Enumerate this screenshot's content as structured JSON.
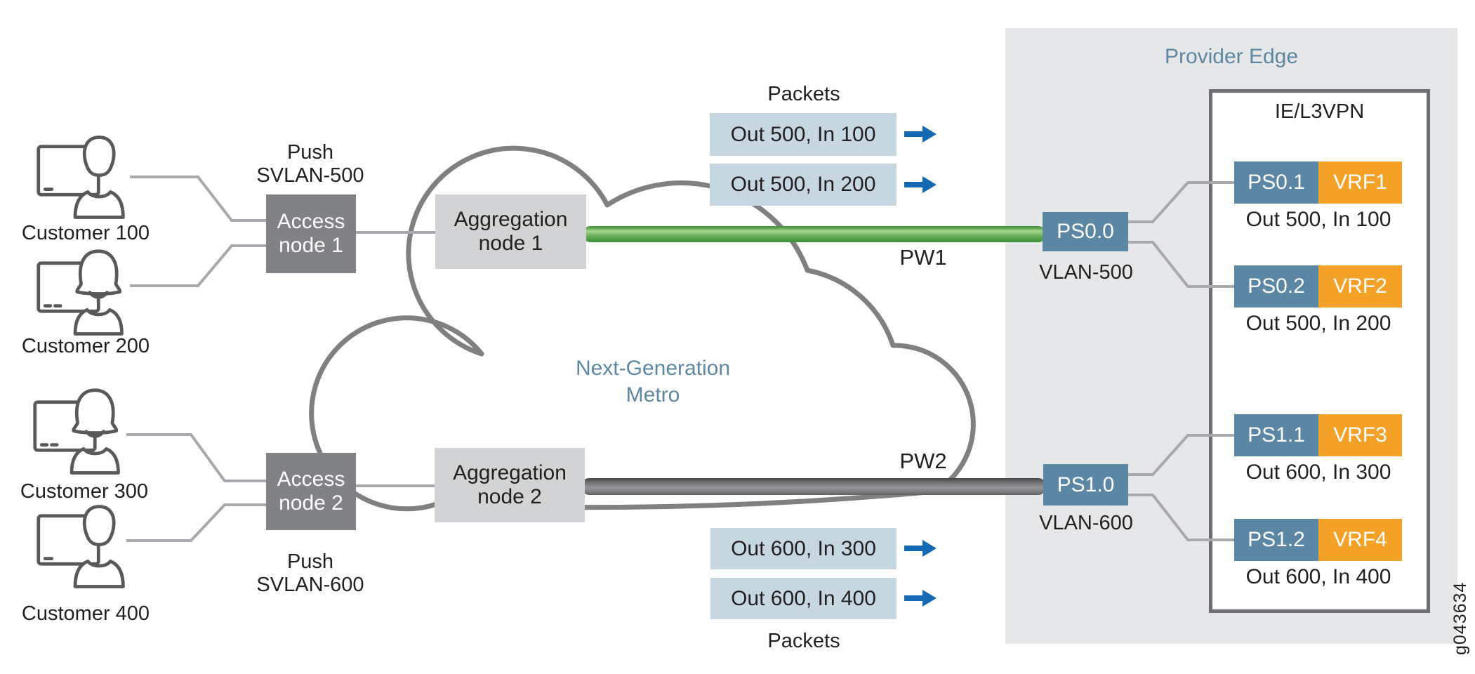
{
  "figure_id": "g043634",
  "customers": [
    {
      "label": "Customer 100",
      "icon": "person-at-computer-male-icon"
    },
    {
      "label": "Customer 200",
      "icon": "person-at-computer-female-icon"
    },
    {
      "label": "Customer 300",
      "icon": "person-at-computer-female-icon"
    },
    {
      "label": "Customer 400",
      "icon": "person-at-computer-male-icon"
    }
  ],
  "access_node1": {
    "line1": "Access",
    "line2": "node 1",
    "annotation_line1": "Push",
    "annotation_line2": "SVLAN-500"
  },
  "access_node2": {
    "line1": "Access",
    "line2": "node 2",
    "annotation_line1": "Push",
    "annotation_line2": "SVLAN-600"
  },
  "agg_node1": {
    "line1": "Aggregation",
    "line2": "node 1"
  },
  "agg_node2": {
    "line1": "Aggregation",
    "line2": "node 2"
  },
  "cloud": {
    "label_line1": "Next-Generation",
    "label_line2": "Metro"
  },
  "pseudowires": {
    "pw1": "PW1",
    "pw2": "PW2"
  },
  "packets_top": {
    "title": "Packets",
    "items": [
      "Out 500, In 100",
      "Out 500, In 200"
    ]
  },
  "packets_bottom": {
    "title": "Packets",
    "items": [
      "Out 600, In 300",
      "Out 600, In 400"
    ]
  },
  "provider_edge": {
    "title": "Provider Edge",
    "ie_box_title": "IE/L3VPN",
    "ps_interfaces": [
      {
        "name": "PS0.0",
        "vlan": "VLAN-500"
      },
      {
        "name": "PS1.0",
        "vlan": "VLAN-600"
      }
    ],
    "services": [
      {
        "ps": "PS0.1",
        "vrf": "VRF1",
        "caption": "Out 500, In 100"
      },
      {
        "ps": "PS0.2",
        "vrf": "VRF2",
        "caption": "Out 500, In 200"
      },
      {
        "ps": "PS1.1",
        "vrf": "VRF3",
        "caption": "Out 600, In 300"
      },
      {
        "ps": "PS1.2",
        "vrf": "VRF4",
        "caption": "Out 600, In 400"
      }
    ]
  },
  "colors": {
    "ps_blue": "#5b87a5",
    "vrf_orange": "#f3a227",
    "packet_box_bg": "#c7d7e1",
    "arrow_blue": "#1569b3",
    "access_node_gray": "#808285",
    "aggregation_node_gray": "#d1d3d4",
    "provider_edge_panel": "#e6e7e8",
    "cloud_stroke": "#808083",
    "connector_gray": "#a7a9ac",
    "pw1_green": "#57a24e",
    "pw2_gray": "#6b6c6e",
    "heading_blue": "#5e88a2"
  }
}
